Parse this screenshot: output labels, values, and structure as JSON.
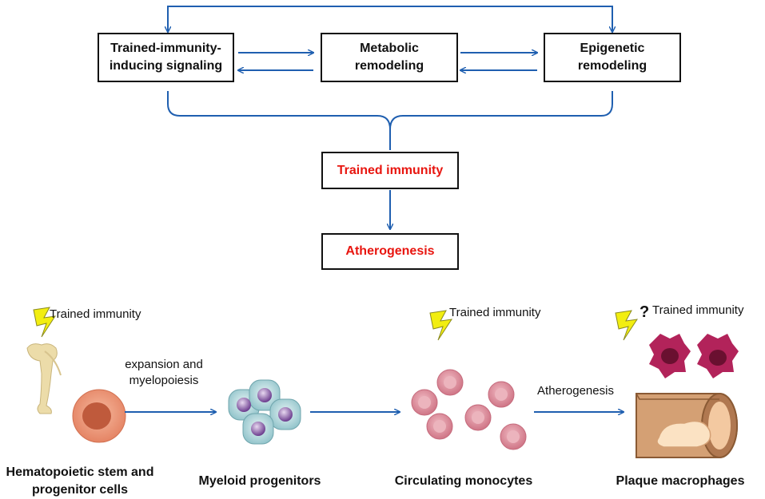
{
  "boxes": {
    "signaling": "Trained-immunity-\ninducing signaling",
    "metabolic": "Metabolic\nremodeling",
    "epigenetic": "Epigenetic\nremodeling",
    "trained_immunity": "Trained immunity",
    "atherogenesis": "Atherogenesis"
  },
  "bottom": {
    "trigger_label": "Trained immunity",
    "expansion_label": "expansion and\nmyelopoiesis",
    "atherogenesis_label": "Atherogenesis",
    "question_mark": "?",
    "stages": [
      "Hematopoietic stem and\nprogenitor cells",
      "Myeloid progenitors",
      "Circulating monocytes",
      "Plaque macrophages"
    ]
  },
  "colors": {
    "arrow": "#1f5fb0",
    "highlight_text": "#e8150f",
    "lightning": "#f2ee10",
    "bone": "#ecdca9",
    "hsc_outer": "#e9987a",
    "hsc_inner": "#bf5a3c",
    "progenitor_cell": "#b7dce0",
    "progenitor_nucleus": "#8a5aa8",
    "monocyte": "#d98b9a",
    "monocyte_inner": "#ecb4bd",
    "macrophage": "#b2235a",
    "vessel": "#c78d5e",
    "plaque": "#fbe2c3"
  }
}
